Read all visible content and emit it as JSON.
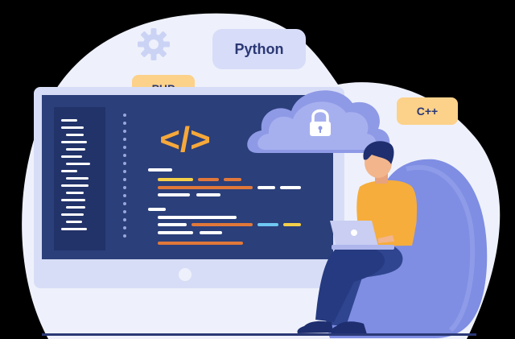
{
  "labels": {
    "python": "Python",
    "php": "PHP",
    "cpp": "C++",
    "code_symbol": "</>"
  },
  "icons": {
    "gear": "gear-icon",
    "lock": "lock-icon",
    "laptop_logo": "apple-icon"
  },
  "colors": {
    "background": "#000000",
    "blob": "#eef1fb",
    "monitor_frame": "#d8ddf7",
    "screen": "#2b3f7a",
    "accent_orange": "#f6a83a",
    "tag_bg": "#fcd18a",
    "tag_text": "#2a3875",
    "python_tag_bg": "#d7dcf8",
    "cloud": "#8f9ae6",
    "chair": "#7f8ee3",
    "shirt": "#f6ad3c",
    "pants": "#2f4590",
    "hair": "#1e2e6f",
    "skin": "#f2b58c"
  }
}
